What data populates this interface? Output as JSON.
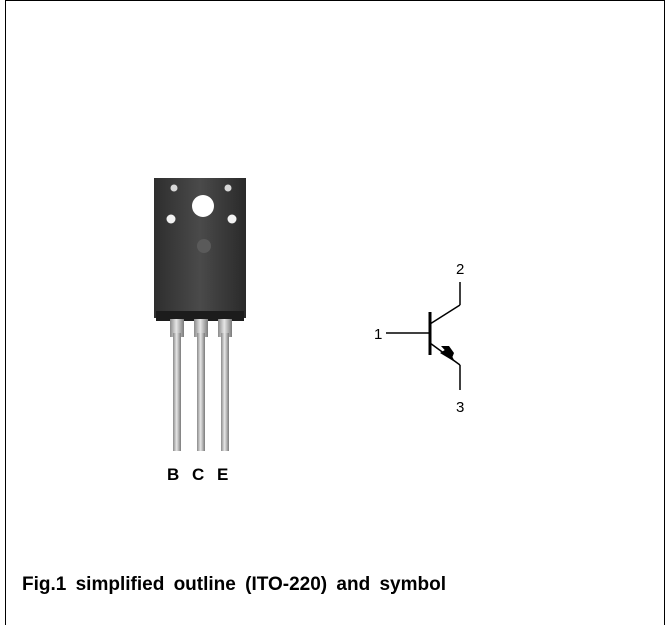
{
  "package_photo": {
    "pin_labels": [
      "B",
      "C",
      "E"
    ]
  },
  "symbol": {
    "pin_numbers": {
      "base": "1",
      "collector": "2",
      "emitter": "3"
    }
  },
  "caption": "Fig.1 simplified outline (ITO-220) and symbol",
  "colors": {
    "body": "#3a3a3a",
    "leads": "#b9b9b9",
    "line": "#000000"
  }
}
